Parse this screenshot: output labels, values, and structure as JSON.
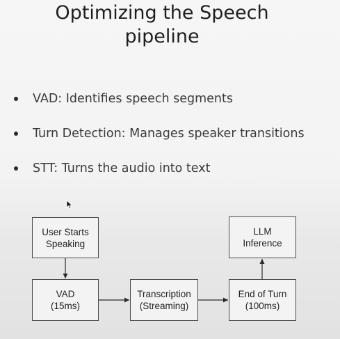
{
  "slide": {
    "title_line1": "Optimizing the Speech",
    "title_line2": "pipeline"
  },
  "bullets": [
    {
      "text": "VAD: Identifies speech segments"
    },
    {
      "text": "Turn Detection: Manages speaker transitions"
    },
    {
      "text": "STT: Turns the audio into text"
    }
  ],
  "diagram": {
    "nodes": {
      "user_starts": {
        "line1": "User Starts",
        "line2": "Speaking"
      },
      "vad": {
        "line1": "VAD",
        "line2": "(15ms)"
      },
      "transcription": {
        "line1": "Transcription",
        "line2": "(Streaming)"
      },
      "end_of_turn": {
        "line1": "End of Turn",
        "line2": "(100ms)"
      },
      "llm": {
        "line1": "LLM",
        "line2": "Inference"
      }
    }
  },
  "colors": {
    "box_border": "#4a4a4a",
    "arrow": "#2a2a2a"
  },
  "icons": {
    "cursor": "mouse-pointer-icon"
  }
}
